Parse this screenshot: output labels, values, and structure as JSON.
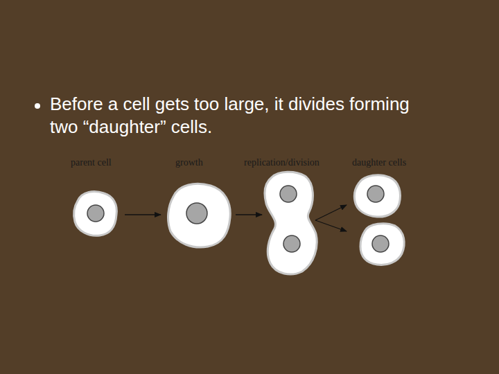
{
  "diagram": {
    "title": "Before a cell gets too large, it divides forming two “daughter” cells.",
    "labels": [
      "parent cell",
      "growth",
      "replication/division",
      "daughter cells"
    ]
  }
}
